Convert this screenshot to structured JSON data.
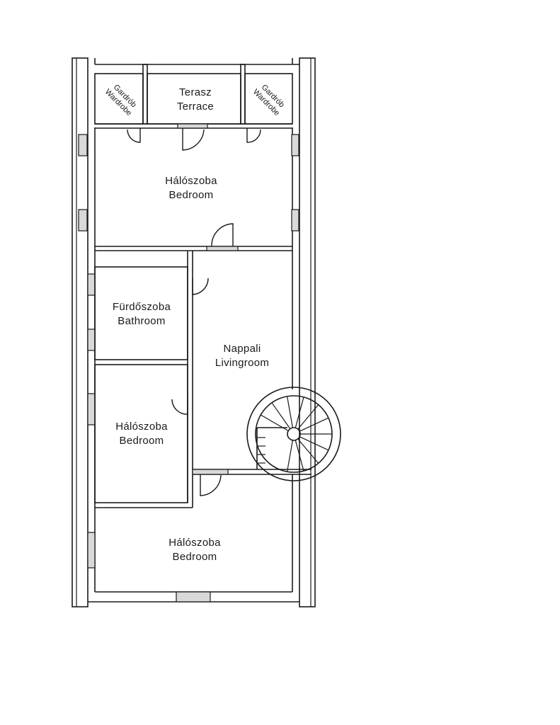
{
  "rooms": {
    "wardrobe_left": {
      "hu": "Gardrób",
      "en": "Wardrobe"
    },
    "terrace": {
      "hu": "Terasz",
      "en": "Terrace"
    },
    "wardrobe_right": {
      "hu": "Gardrób",
      "en": "Wardrobe"
    },
    "bedroom_top": {
      "hu": "Hálószoba",
      "en": "Bedroom"
    },
    "bathroom": {
      "hu": "Fürdőszoba",
      "en": "Bathroom"
    },
    "livingroom": {
      "hu": "Nappali",
      "en": "Livingroom"
    },
    "bedroom_middle": {
      "hu": "Hálószoba",
      "en": "Bedroom"
    },
    "bedroom_bottom": {
      "hu": "Hálószoba",
      "en": "Bedroom"
    }
  },
  "staircase": {
    "type": "spiral",
    "steps": 10
  }
}
